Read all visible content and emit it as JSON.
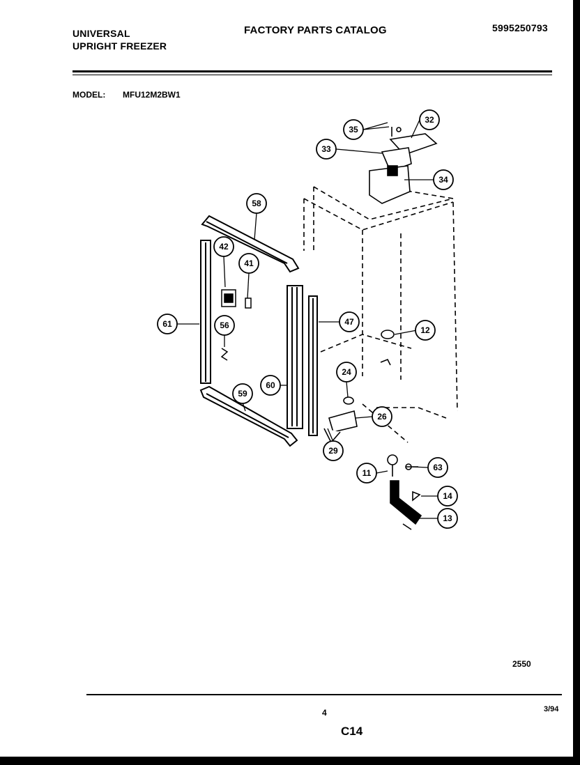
{
  "header": {
    "brand": "UNIVERSAL",
    "product": "UPRIGHT FREEZER",
    "catalog_title": "FACTORY PARTS CATALOG",
    "part_number": "5995250793"
  },
  "model": {
    "label": "MODEL:",
    "value": "MFU12M2BW1"
  },
  "callouts": {
    "c35": "35",
    "c32": "32",
    "c33": "33",
    "c34": "34",
    "c58": "58",
    "c42": "42",
    "c41": "41",
    "c61": "61",
    "c56": "56",
    "c12": "12",
    "c47": "47",
    "c60": "60",
    "c24": "24",
    "c59": "59",
    "c26": "26",
    "c29": "29",
    "c11": "11",
    "c63": "63",
    "c14": "14",
    "c13": "13"
  },
  "footer": {
    "ref_code": "2550",
    "page_number": "4",
    "date": "3/94",
    "section": "C14"
  }
}
